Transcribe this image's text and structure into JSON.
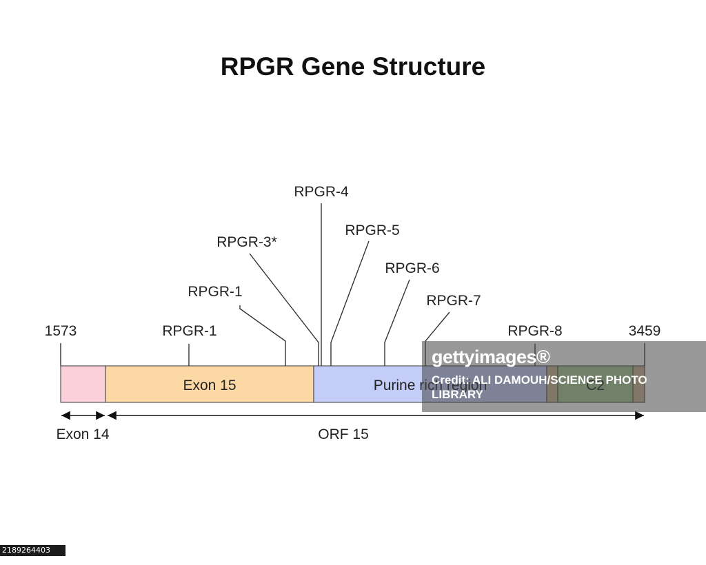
{
  "title": "RPGR Gene Structure",
  "positions": {
    "start": "1573",
    "end": "3459"
  },
  "segments": [
    {
      "label": "",
      "color": "#fcd0da"
    },
    {
      "label": "Exon 15",
      "color": "#fcd9a4"
    },
    {
      "label": "Purine rich region",
      "color": "#c4cdf8"
    },
    {
      "label": "",
      "color": "#c9b490"
    },
    {
      "label": "C2",
      "color": "#a7cb95"
    },
    {
      "label": "",
      "color": "#c9b490"
    }
  ],
  "mutations": [
    {
      "label": "RPGR-1"
    },
    {
      "label": "RPGR-1"
    },
    {
      "label": "RPGR-3*"
    },
    {
      "label": "RPGR-4"
    },
    {
      "label": "RPGR-5"
    },
    {
      "label": "RPGR-6"
    },
    {
      "label": "RPGR-7"
    },
    {
      "label": "RPGR-8"
    }
  ],
  "spans": [
    {
      "label": "Exon 14"
    },
    {
      "label": "ORF 15"
    }
  ],
  "watermark": {
    "logo": "gettyimages®",
    "credit": "Credit: ALI DAMOUH/SCIENCE PHOTO LIBRARY"
  },
  "image_id": "2189264403"
}
